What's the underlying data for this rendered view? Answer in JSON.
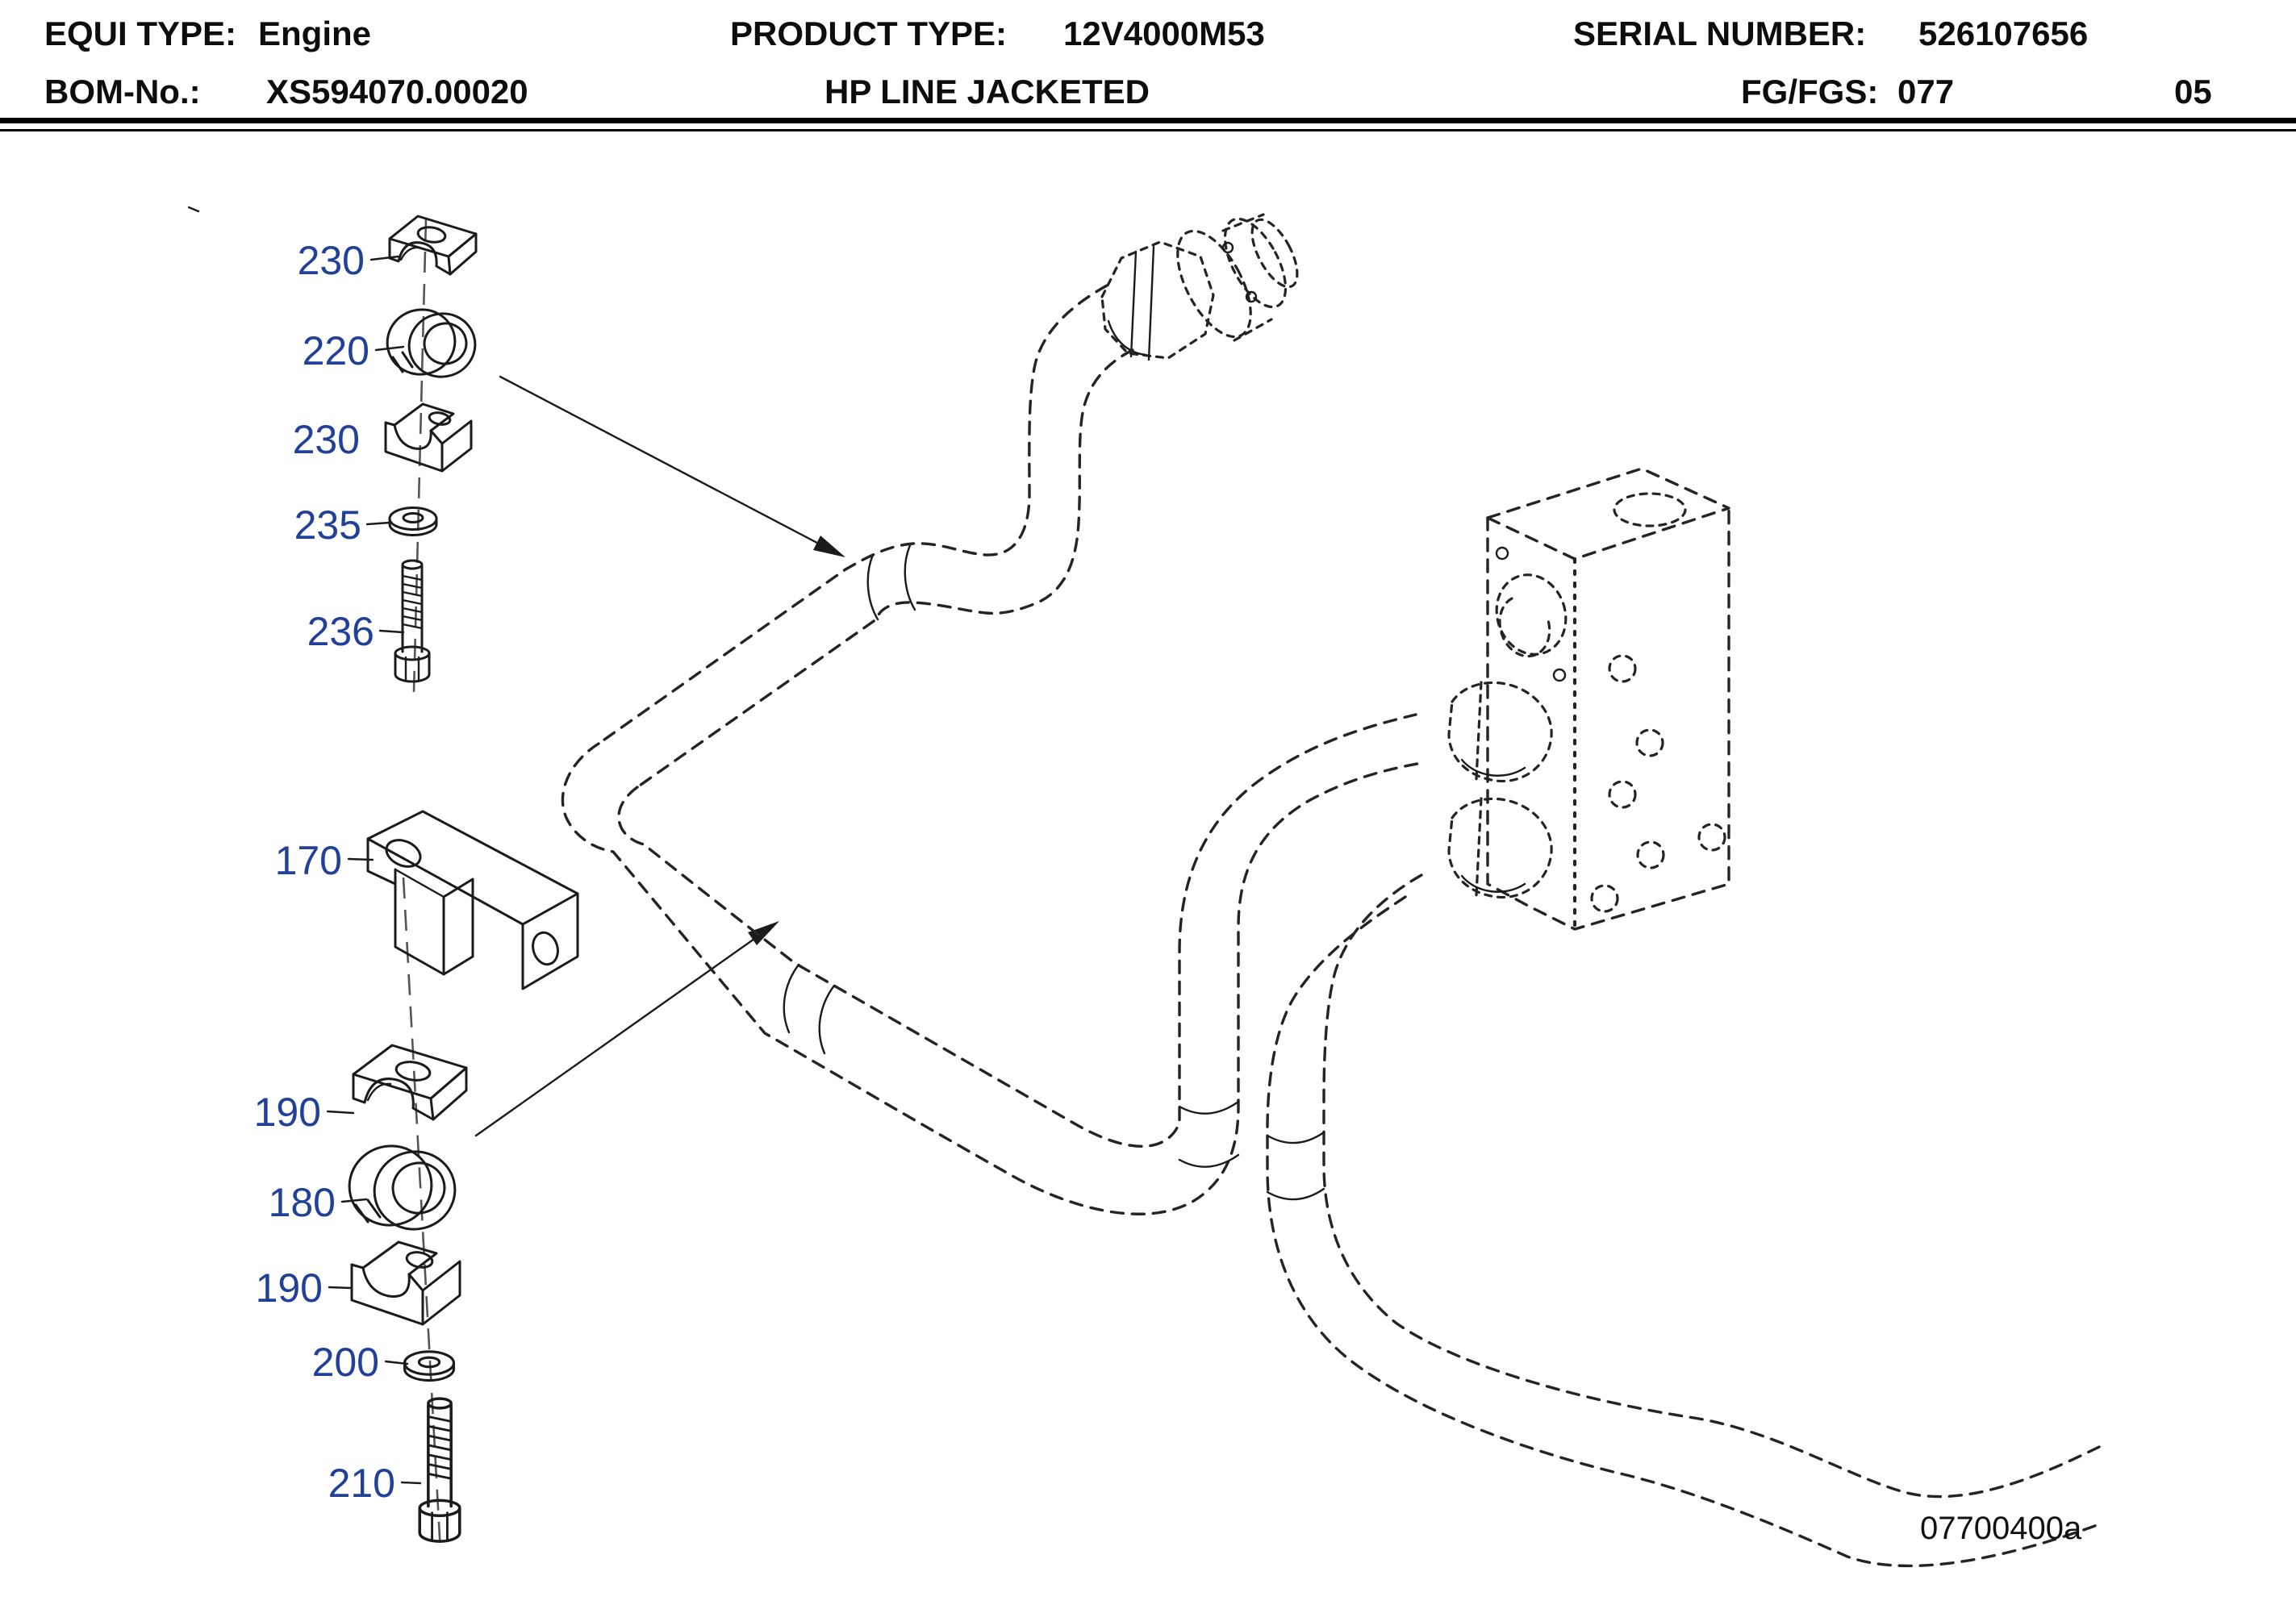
{
  "header": {
    "equi_label": "EQUI TYPE:",
    "equi_value": "Engine",
    "product_label": "PRODUCT TYPE:",
    "product_value": "12V4000M53",
    "serial_label": "SERIAL NUMBER:",
    "serial_value": "526107656",
    "bom_label": "BOM-No.:",
    "bom_value": "XS594070.00020",
    "subtitle": "HP LINE JACKETED",
    "fg_label": "FG/FGS:",
    "fg_value": "077",
    "sheet": "05"
  },
  "diagram": {
    "drawing_number": "07700400a",
    "callouts": {
      "a230": "230",
      "a220": "220",
      "b230": "230",
      "a235": "235",
      "a236": "236",
      "a170": "170",
      "a190": "190",
      "a180": "180",
      "b190": "190",
      "a200": "200",
      "a210": "210"
    },
    "colors": {
      "callout": "#21409a",
      "line": "#1b1b1b"
    }
  }
}
